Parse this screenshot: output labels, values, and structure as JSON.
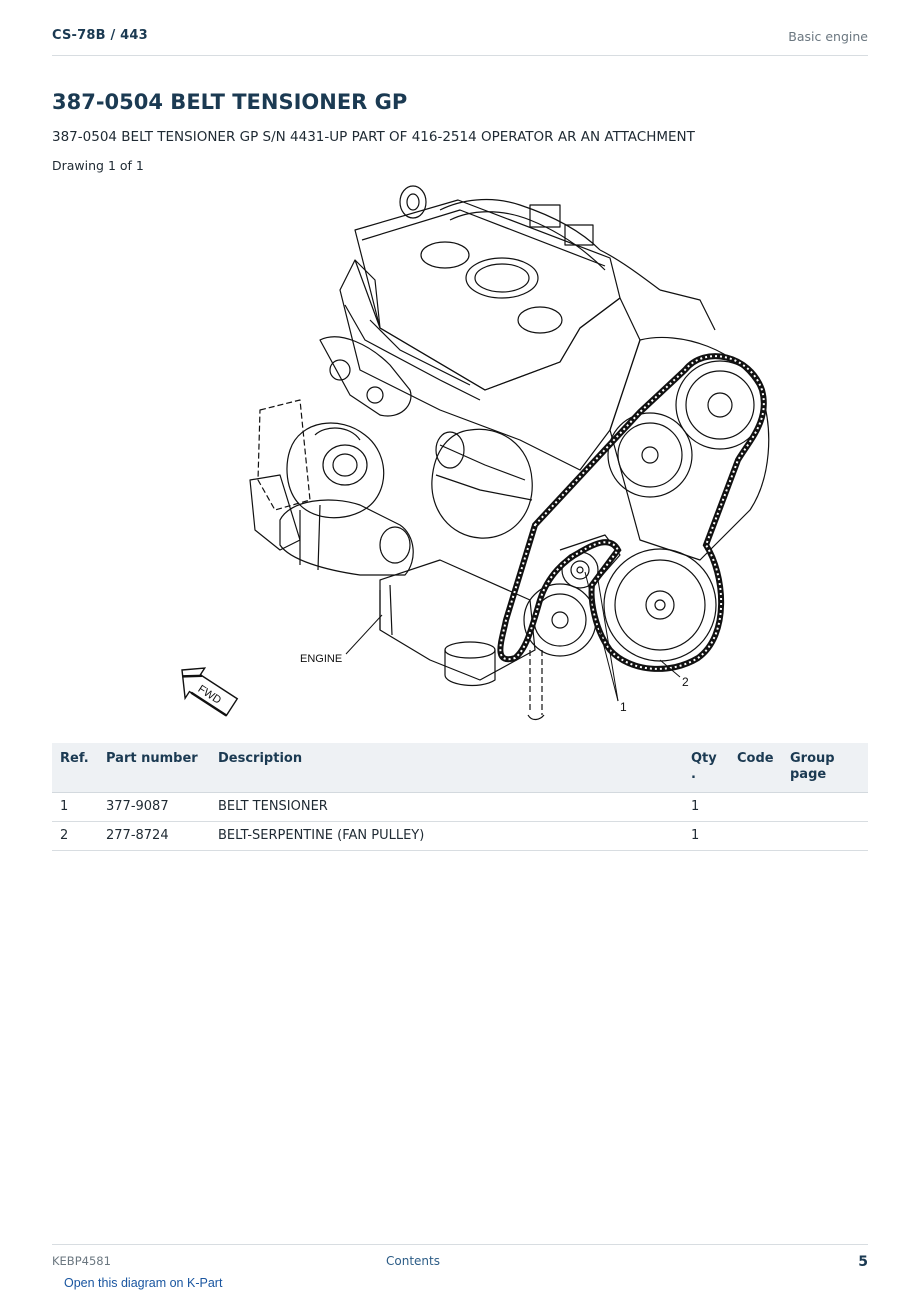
{
  "header": {
    "model": "CS-78B  /  443",
    "section": "Basic engine"
  },
  "title": "387-0504 BELT TENSIONER GP",
  "subtitle": "387-0504 BELT TENSIONER GP S/N 4431-UP PART OF 416-2514 OPERATOR AR AN ATTACHMENT",
  "drawing_count": "Drawing 1 of 1",
  "diagram": {
    "labels": {
      "engine": "ENGINE",
      "fwd": "FWD",
      "callout_1": "1",
      "callout_2": "2"
    }
  },
  "table": {
    "headers": {
      "ref": "Ref.",
      "part_number": "Part number",
      "description": "Description",
      "qty": "Qty .",
      "code": "Code",
      "group_page": "Group page"
    },
    "rows": [
      {
        "ref": "1",
        "part_number": "377-9087",
        "description": "BELT TENSIONER",
        "qty": "1",
        "code": "",
        "group_page": ""
      },
      {
        "ref": "2",
        "part_number": "277-8724",
        "description": "BELT-SERPENTINE (FAN PULLEY)",
        "qty": "1",
        "code": "",
        "group_page": ""
      }
    ]
  },
  "footer": {
    "doc_id": "KEBP4581",
    "contents_link": "Contents",
    "page_number": "5"
  },
  "kpart_link": "Open this diagram on K-Part"
}
